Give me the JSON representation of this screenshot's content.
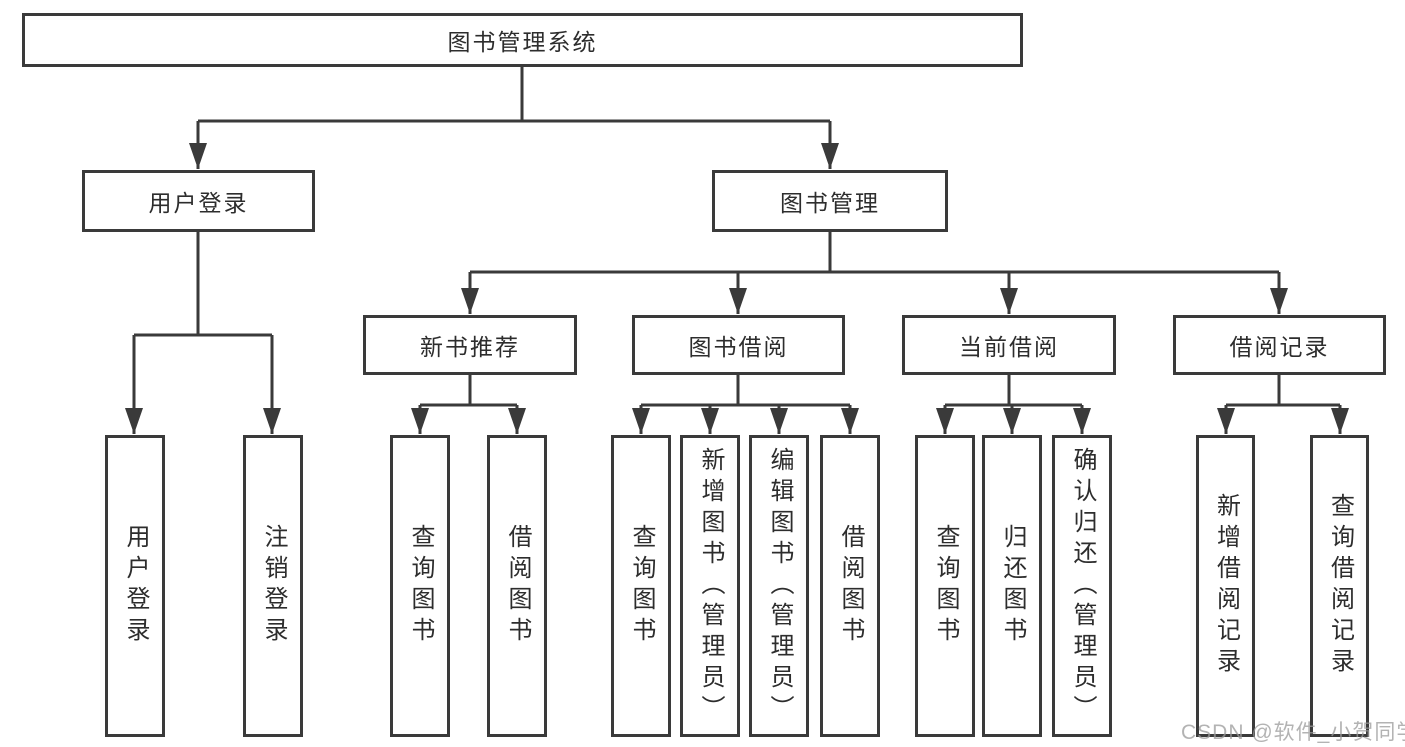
{
  "diagram": {
    "tree": {
      "label": "图书管理系统",
      "children": [
        {
          "label": "用户登录",
          "children": [
            {
              "label": "用户登录"
            },
            {
              "label": "注销登录"
            }
          ]
        },
        {
          "label": "图书管理",
          "children": [
            {
              "label": "新书推荐",
              "children": [
                {
                  "label": "查询图书"
                },
                {
                  "label": "借阅图书"
                }
              ]
            },
            {
              "label": "图书借阅",
              "children": [
                {
                  "label": "查询图书"
                },
                {
                  "label": "新增图书（管理员）"
                },
                {
                  "label": "编辑图书（管理员）"
                },
                {
                  "label": "借阅图书"
                }
              ]
            },
            {
              "label": "当前借阅",
              "children": [
                {
                  "label": "查询图书"
                },
                {
                  "label": "归还图书"
                },
                {
                  "label": "确认归还（管理员）"
                }
              ]
            },
            {
              "label": "借阅记录",
              "children": [
                {
                  "label": "新增借阅记录"
                },
                {
                  "label": "查询借阅记录"
                }
              ]
            }
          ]
        }
      ]
    }
  },
  "watermark": {
    "text": "CSDN @软件_小贺同学"
  },
  "colors": {
    "line": "#3a3a3a",
    "text": "#2d2d2d",
    "watermark": "#9a9a9a",
    "background": "#ffffff"
  }
}
